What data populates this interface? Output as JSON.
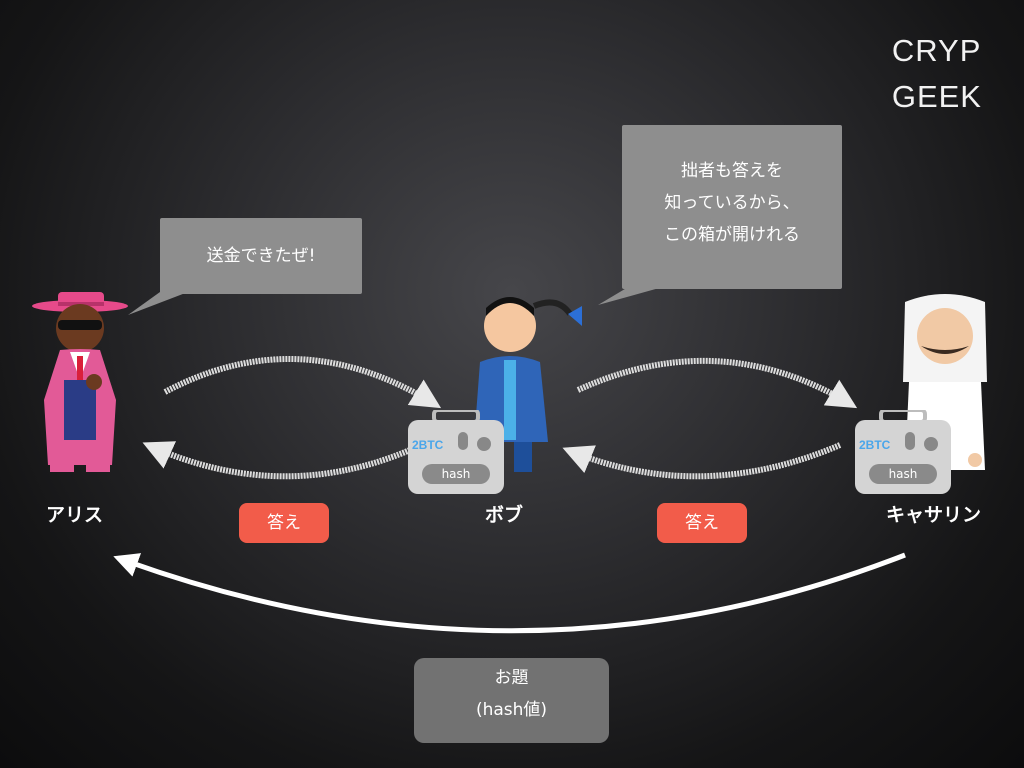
{
  "logo": {
    "line1": "CRYP",
    "line2": "GEEK"
  },
  "bubbles": {
    "alice": "送金できたぜ!",
    "bob": [
      "拙者も答えを",
      "知っているから、",
      "この箱が開けれる"
    ]
  },
  "characters": {
    "alice": "アリス",
    "bob": "ボブ",
    "catherine": "キャサリン"
  },
  "answers": {
    "left": "答え",
    "right": "答え"
  },
  "devices": {
    "left": {
      "btc": "2BTC",
      "label": "hash"
    },
    "right": {
      "btc": "2BTC",
      "label": "hash"
    }
  },
  "topic": {
    "line1": "お題",
    "line2": "(hash値)"
  },
  "colors": {
    "accent": "#f25c4a",
    "bubble": "#8e8e8e",
    "topic_box": "#727272",
    "btc_text": "#4aa6ea"
  }
}
